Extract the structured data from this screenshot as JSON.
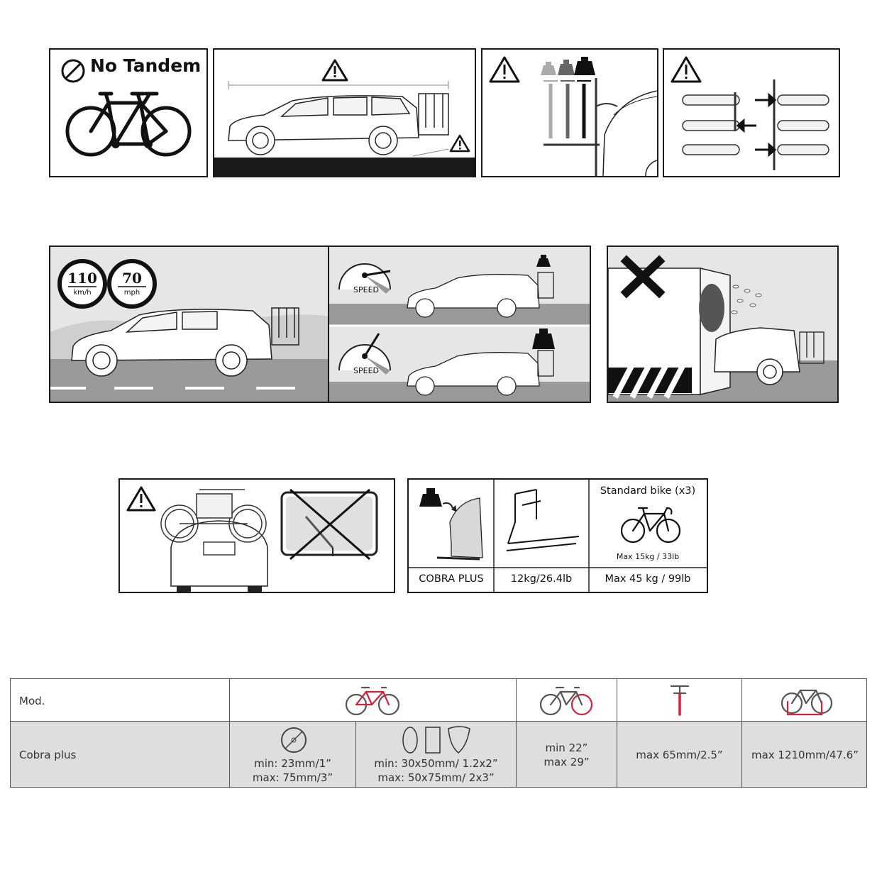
{
  "no_tandem": {
    "title": "No Tandem"
  },
  "speed": {
    "limit_kmh": "110",
    "unit_kmh": "km/h",
    "limit_mph": "70",
    "unit_mph": "mph",
    "gauge_label": "SPEED"
  },
  "spec": {
    "model_name": "COBRA PLUS",
    "weight": "12kg/26.4lb",
    "bike_title": "Standard bike (x3)",
    "bike_max": "Max 15kg / 33lb",
    "total_max": "Max 45 kg / 99lb"
  },
  "table": {
    "header_label": "Mod.",
    "row_label": "Cobra plus",
    "round_tube": {
      "min": "min: 23mm/1”",
      "max": "max: 75mm/3”"
    },
    "shaped_tube": {
      "min": "min: 30x50mm/ 1.2x2”",
      "max": "max: 50x75mm/ 2x3”"
    },
    "wheel": {
      "min": "min 22”",
      "max": "max 29”"
    },
    "seat_tube": "max 65mm/2.5”",
    "wheelbase": "max 1210mm/47.6”"
  },
  "colors": {
    "accent": "#d6213a",
    "road": "#9a9a9a",
    "sky": "#e4e4e4",
    "table_row": "#dedede"
  }
}
